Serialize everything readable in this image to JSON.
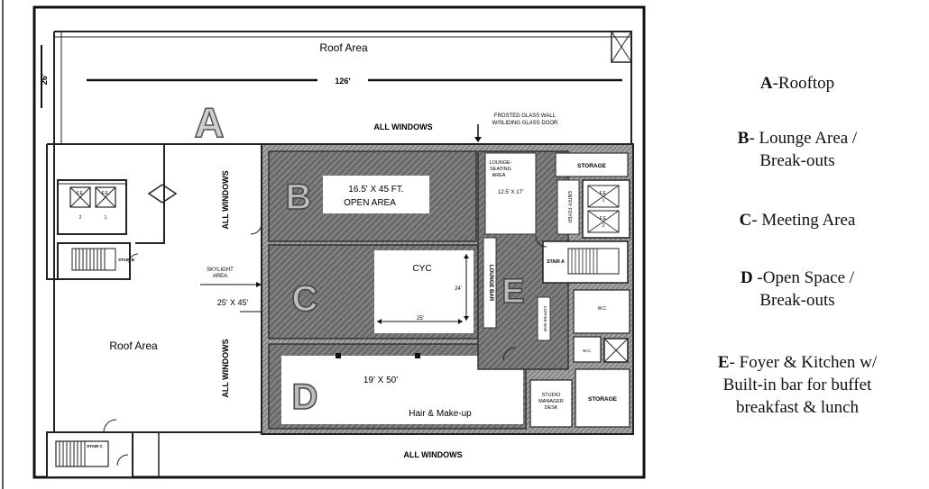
{
  "plan": {
    "roof_top_label": "Roof Area",
    "dimension_width": "126'",
    "dimension_height": "26'",
    "zone_a": "A",
    "zone_b": "B",
    "zone_c": "C",
    "zone_d": "D",
    "zone_e": "E",
    "all_windows_top": "ALL WINDOWS",
    "frosted_line1": "FROSTED GLASS WALL",
    "frosted_line2": "W/SLIDING GLASS DOOR",
    "all_windows_left_upper": "ALL WINDOWS",
    "all_windows_left_lower": "ALL WINDOWS",
    "all_windows_bottom": "ALL WINDOWS",
    "b_dim": "16.5' X 45 FT.",
    "b_desc": "OPEN AREA",
    "cyc": "CYC",
    "cyc_w": "25'",
    "cyc_h": "24'",
    "c_dim": "25' X 45'",
    "skylight_line1": "SKYLIGHT",
    "skylight_line2": "AREA",
    "d_dim": "19' X 50'",
    "d_desc": "Hair & Make-up",
    "roof_left_label": "Roof Area",
    "lounge_line1": "LOUNGE-",
    "lounge_line2": "SEATING",
    "lounge_line3": "AREA",
    "lounge_dim": "12.5' X 17'",
    "storage_top": "STORAGE",
    "storage_bottom": "STORAGE",
    "entry_foyer": "ENTRY FOYER",
    "lounge_bar": "LOUNGE BAR",
    "coffee_bar": "COFFEE BAR",
    "stair_a": "STAIR A",
    "stair_b": "STAIR B",
    "stair_c": "STAIR C",
    "studio_line1": "STUDIO",
    "studio_line2": "MANAGER",
    "studio_line3": "DESK",
    "fe1": "F.E.",
    "fe1_num": "2",
    "fe2": "F.E.",
    "fe2_num": "1",
    "fe3": "F.E.",
    "fe3_num": "1",
    "fe4": "F.E.",
    "fe4_num": "2",
    "wc1": "W.C.",
    "wc2": "W.C."
  },
  "legend": [
    {
      "key": "A",
      "text": "-Rooftop"
    },
    {
      "key": "B",
      "text": "- Lounge Area /",
      "text2": "Break-outs"
    },
    {
      "key": "C",
      "text": "- Meeting Area"
    },
    {
      "key": "D",
      "text": " -Open Space /",
      "text2": "Break-outs"
    },
    {
      "key": "E",
      "text": "- Foyer & Kitchen w/",
      "text2": "Built-in bar for buffet",
      "text3": "breakfast & lunch"
    }
  ]
}
